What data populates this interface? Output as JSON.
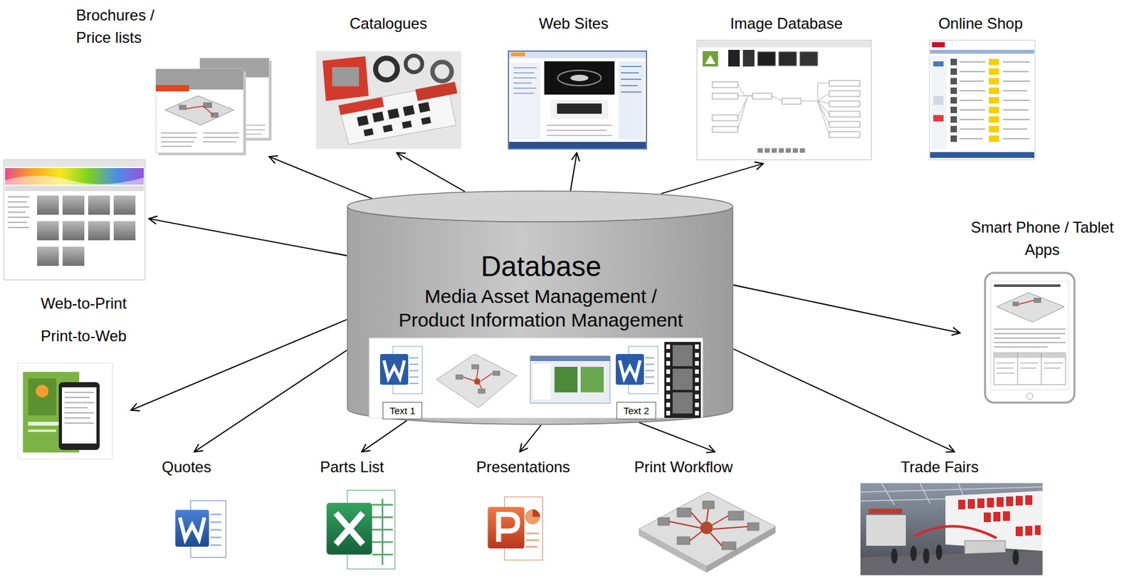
{
  "diagram": {
    "nodes": [
      {
        "text": [
          "Brochures / Price lists"
        ]
      },
      {
        "text": [
          "Catalogues"
        ]
      },
      {
        "text": [
          "Web Sites"
        ]
      },
      {
        "text": [
          "Image Database"
        ]
      },
      {
        "text": [
          "Online Shop"
        ]
      },
      {
        "text": [
          "Web-to-Print"
        ]
      },
      {
        "text": [
          "Smart Phone / Tablet Apps"
        ]
      },
      {
        "text": [
          "Database",
          "Media Asset Management / Product Information Management"
        ]
      },
      {
        "text": [
          "Print-to-Web"
        ]
      },
      {
        "text": [
          "Quotes"
        ]
      },
      {
        "text": [
          "Parts List"
        ]
      },
      {
        "text": [
          "Presentations"
        ]
      },
      {
        "text": [
          "Print Workflow"
        ]
      },
      {
        "text": [
          "Trade Fairs"
        ]
      }
    ],
    "edges": [
      {
        "from": 7,
        "to": 0,
        "arrow": "to"
      },
      {
        "from": 7,
        "to": 1,
        "arrow": "to"
      },
      {
        "from": 7,
        "to": 2,
        "arrow": "to"
      },
      {
        "from": 7,
        "to": 3,
        "arrow": "to"
      },
      {
        "from": 7,
        "to": 5,
        "arrow": "to"
      },
      {
        "from": 7,
        "to": 6,
        "arrow": "to"
      },
      {
        "from": 7,
        "to": 8,
        "arrow": "to"
      },
      {
        "from": 7,
        "to": 9,
        "arrow": "to"
      },
      {
        "from": 7,
        "to": 10,
        "arrow": "to"
      },
      {
        "from": 7,
        "to": 11,
        "arrow": "to"
      },
      {
        "from": 7,
        "to": 12,
        "arrow": "to"
      },
      {
        "from": 7,
        "to": 13,
        "arrow": "to"
      }
    ],
    "labels": [
      "Text 1",
      "Text 2"
    ]
  }
}
